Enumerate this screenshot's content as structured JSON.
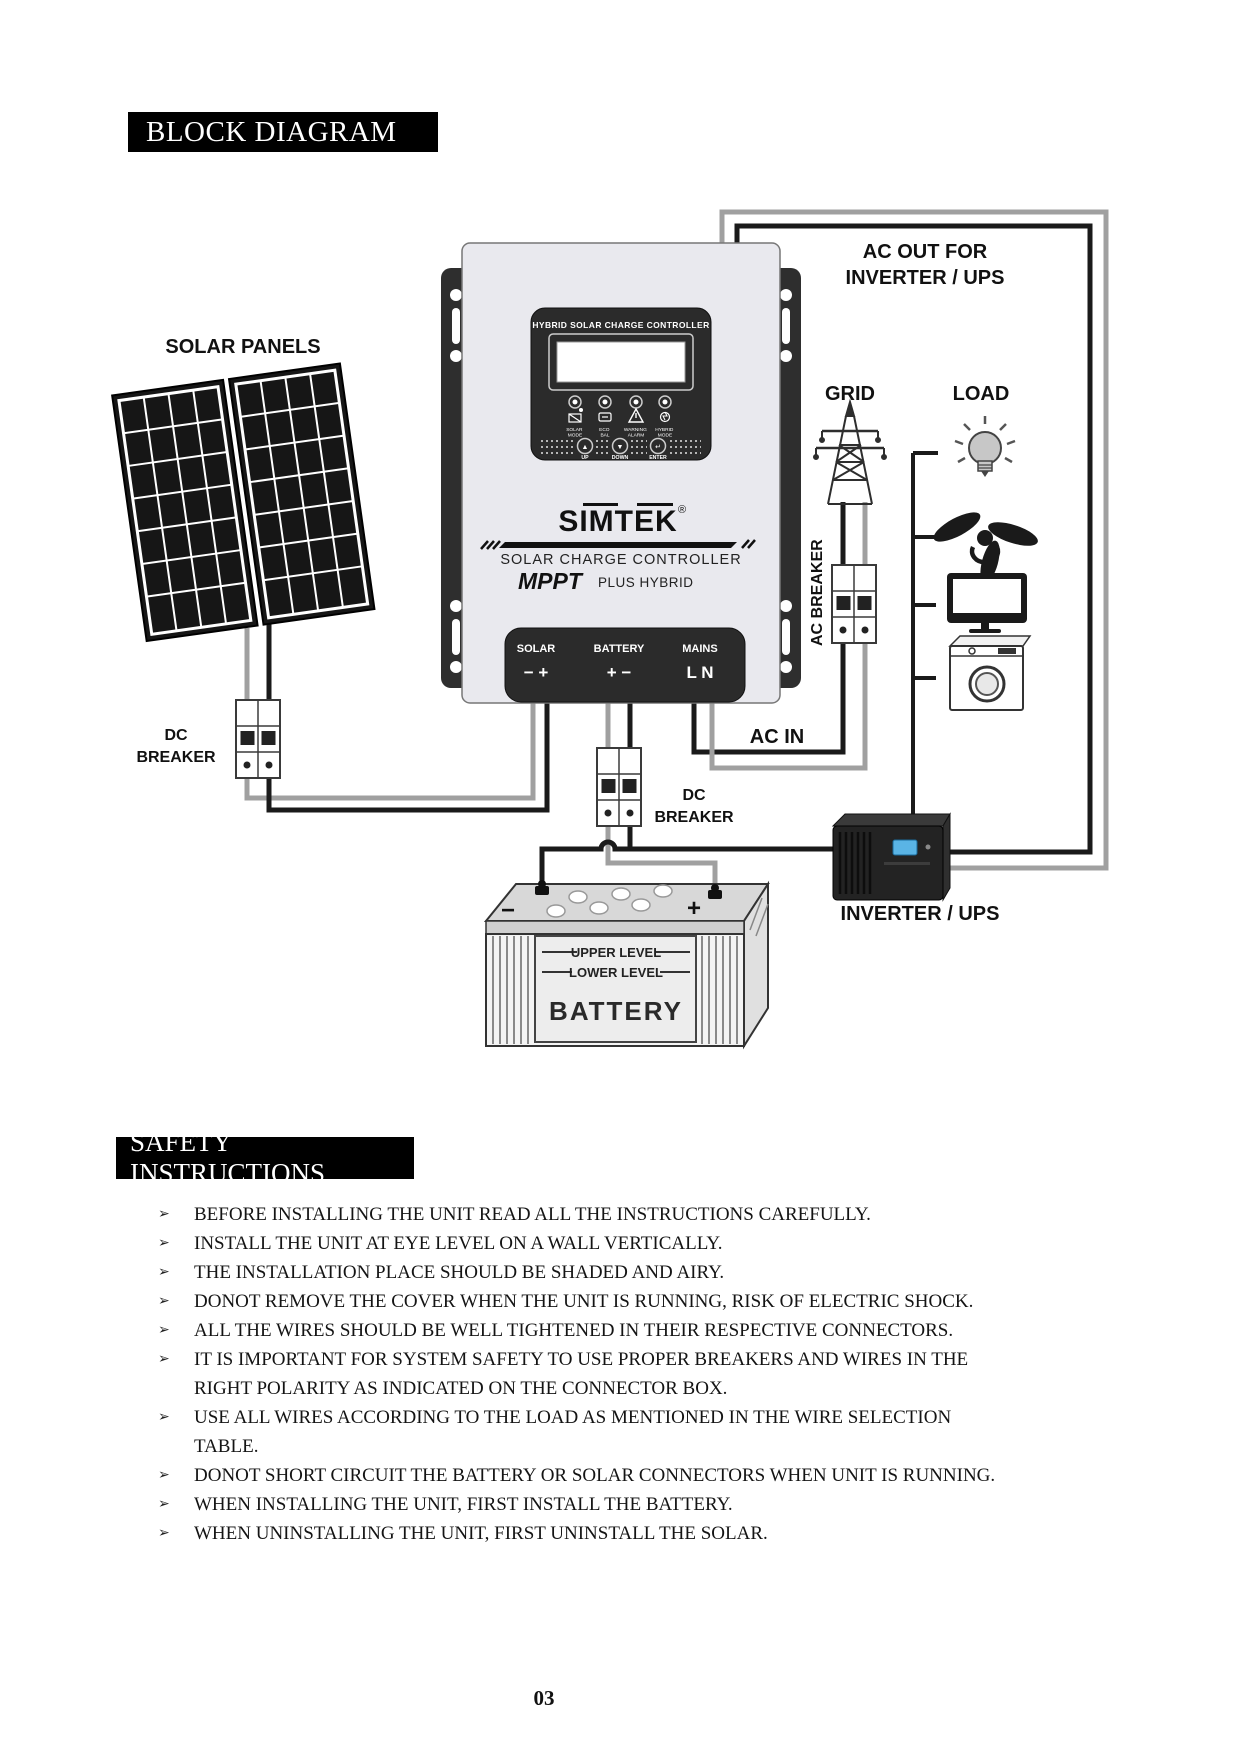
{
  "page": {
    "block_title": "BLOCK DIAGRAM",
    "safety_title": "SAFETY INSTRUCTIONS",
    "page_number": "03"
  },
  "diagram": {
    "labels": {
      "solar_panels": "SOLAR PANELS",
      "ac_out_line1": "AC OUT FOR",
      "ac_out_line2": "INVERTER / UPS",
      "grid": "GRID",
      "load": "LOAD",
      "ac_breaker": "AC BREAKER",
      "ac_in": "AC IN",
      "dc": "DC",
      "breaker": "BREAKER",
      "inverter_ups": "INVERTER / UPS"
    },
    "battery": {
      "upper_level": "UPPER LEVEL",
      "lower_level": "LOWER LEVEL",
      "name": "BATTERY",
      "minus": "−",
      "plus": "+"
    },
    "device": {
      "header": "HYBRID SOLAR CHARGE CONTROLLER",
      "leds": [
        {
          "line1": "SOLAR",
          "line2": "MODE"
        },
        {
          "line1": "ECO",
          "line2": "BAL"
        },
        {
          "line1": "WARNING",
          "line2": "ALARM"
        },
        {
          "line1": "HYBRID",
          "line2": "MODE"
        }
      ],
      "button_glyphs": [
        "▲",
        "▼",
        "↵"
      ],
      "buttons": [
        "UP",
        "DOWN",
        "ENTER"
      ],
      "brand": "SIMTEK",
      "reg": "®",
      "product": "SOLAR CHARGE CONTROLLER",
      "mppt": "MPPT",
      "mppt_suffix": "PLUS HYBRID",
      "terminals": [
        {
          "name": "SOLAR",
          "pol": "− +"
        },
        {
          "name": "BATTERY",
          "pol": "+ −"
        },
        {
          "name": "MAINS",
          "pol": "L N"
        }
      ]
    },
    "colors": {
      "wire_black": "#1a1a1a",
      "wire_gray": "#a0a0a0",
      "lcd_screen": "#ffffff",
      "inverter_screen": "#5ab4e5"
    }
  },
  "safety": {
    "bullet": "➢",
    "items": [
      "BEFORE INSTALLING THE UNIT READ ALL THE INSTRUCTIONS CAREFULLY.",
      "INSTALL THE UNIT AT EYE LEVEL ON A WALL VERTICALLY.",
      "THE INSTALLATION PLACE SHOULD BE SHADED AND AIRY.",
      "DONOT REMOVE THE COVER WHEN THE UNIT IS RUNNING, RISK OF ELECTRIC SHOCK.",
      "ALL THE WIRES SHOULD BE WELL TIGHTENED IN THEIR RESPECTIVE CONNECTORS.",
      "IT IS IMPORTANT FOR SYSTEM SAFETY TO USE PROPER BREAKERS AND WIRES IN THE RIGHT POLARITY AS INDICATED ON THE CONNECTOR BOX.",
      "USE ALL WIRES ACCORDING TO THE LOAD AS MENTIONED IN THE WIRE SELECTION TABLE.",
      "DONOT SHORT CIRCUIT THE BATTERY OR SOLAR CONNECTORS WHEN UNIT IS RUNNING.",
      "WHEN INSTALLING THE UNIT, FIRST INSTALL THE BATTERY.",
      "WHEN UNINSTALLING THE UNIT, FIRST UNINSTALL THE SOLAR."
    ]
  }
}
